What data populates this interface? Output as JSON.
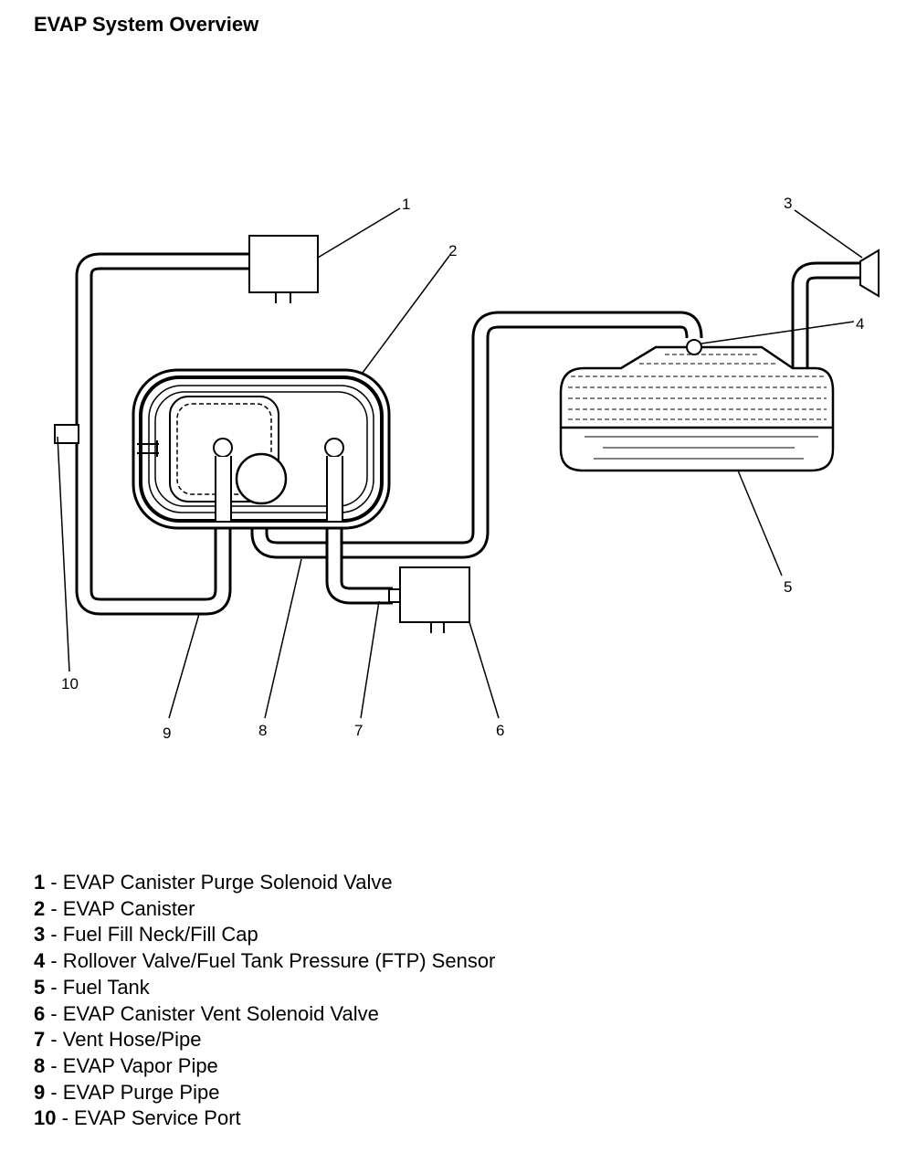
{
  "title": "EVAP System Overview",
  "callouts": [
    "1",
    "2",
    "3",
    "4",
    "5",
    "6",
    "7",
    "8",
    "9",
    "10"
  ],
  "legend": [
    {
      "num": "1",
      "text": " - EVAP Canister Purge Solenoid Valve"
    },
    {
      "num": "2",
      "text": " - EVAP Canister"
    },
    {
      "num": "3",
      "text": " - Fuel Fill Neck/Fill Cap"
    },
    {
      "num": "4",
      "text": " - Rollover Valve/Fuel Tank Pressure (FTP) Sensor"
    },
    {
      "num": "5",
      "text": " - Fuel Tank"
    },
    {
      "num": "6",
      "text": " - EVAP Canister Vent Solenoid Valve"
    },
    {
      "num": "7",
      "text": " - Vent Hose/Pipe"
    },
    {
      "num": "8",
      "text": " - EVAP Vapor Pipe"
    },
    {
      "num": "9",
      "text": " - EVAP Purge Pipe"
    },
    {
      "num": "10",
      "text": " - EVAP Service Port"
    }
  ]
}
